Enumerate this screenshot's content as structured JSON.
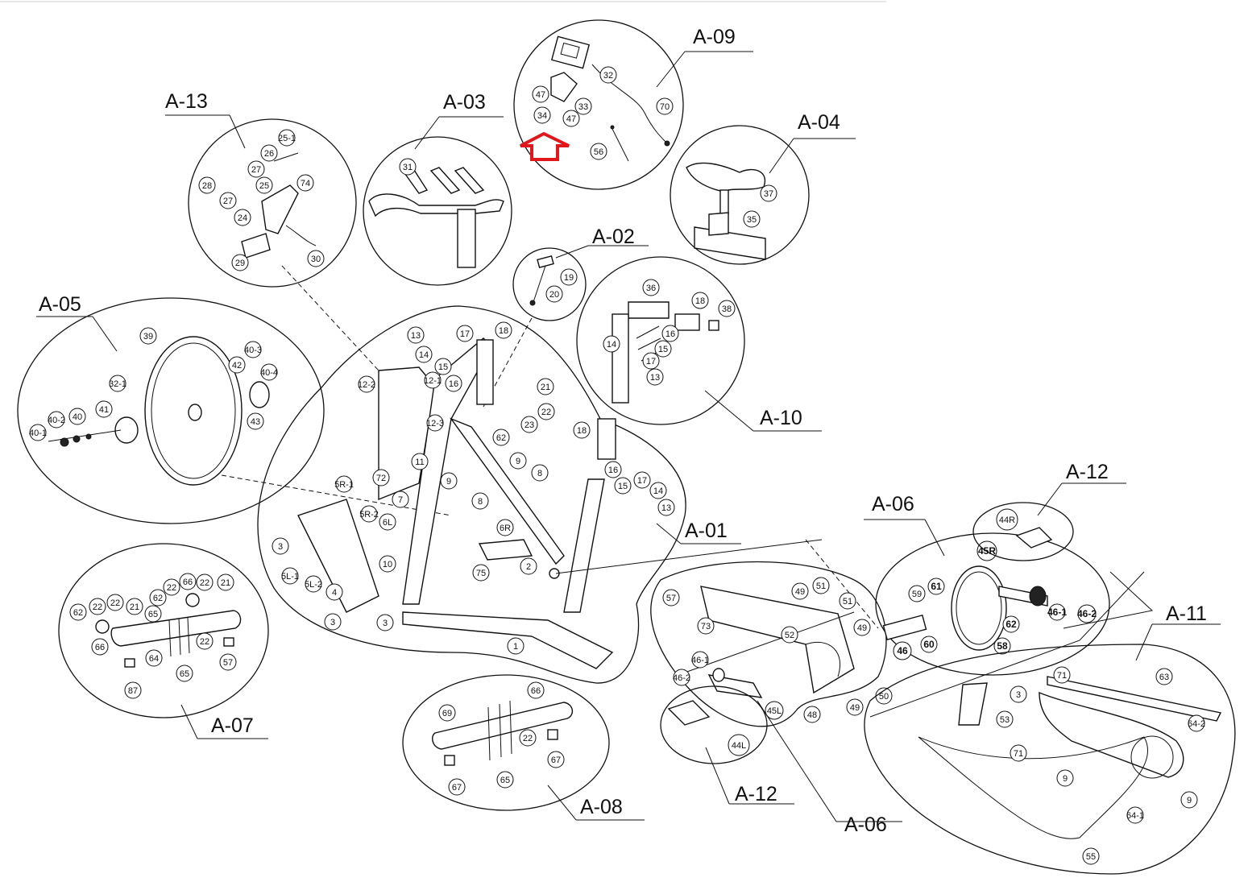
{
  "groups": {
    "a01": "A-01",
    "a02": "A-02",
    "a03": "A-03",
    "a04": "A-04",
    "a05": "A-05",
    "a06_upper": "A-06",
    "a06_lower": "A-06",
    "a07": "A-07",
    "a08": "A-08",
    "a09": "A-09",
    "a10": "A-10",
    "a11": "A-11",
    "a12_upper": "A-12",
    "a12_lower": "A-12",
    "a13": "A-13"
  },
  "callouts": {
    "a09": [
      "32",
      "47",
      "34",
      "33",
      "47",
      "70",
      "56"
    ],
    "a04": [
      "37",
      "35"
    ],
    "a13": [
      "25-1",
      "26",
      "27",
      "74",
      "28",
      "25",
      "27",
      "24",
      "29",
      "30"
    ],
    "a03": [
      "31"
    ],
    "a02": [
      "19",
      "20"
    ],
    "a10": [
      "36",
      "18",
      "38",
      "16",
      "14",
      "15",
      "17",
      "13"
    ],
    "a05": [
      "39",
      "42",
      "40-3",
      "40-4",
      "32-1",
      "43",
      "41",
      "40-2",
      "40",
      "40-1"
    ],
    "a01": [
      "13",
      "17",
      "18",
      "14",
      "15",
      "12-2",
      "12-1",
      "16",
      "21",
      "22",
      "23",
      "12-3",
      "62",
      "18",
      "9",
      "8",
      "72",
      "11",
      "16",
      "15",
      "17",
      "14",
      "5R-1",
      "7",
      "9",
      "13",
      "5R-2",
      "8",
      "6L",
      "6R",
      "3",
      "10",
      "75",
      "2",
      "5L-1",
      "5L-2",
      "4",
      "3",
      "3",
      "1"
    ],
    "a07": [
      "22",
      "66",
      "22",
      "21",
      "62",
      "22",
      "62",
      "65",
      "22",
      "21",
      "66",
      "64",
      "22",
      "57",
      "87",
      "65"
    ],
    "a08": [
      "69",
      "66",
      "22",
      "67",
      "65",
      "67"
    ],
    "a06": [
      "57",
      "49",
      "51",
      "51",
      "73",
      "49",
      "52",
      "46-1",
      "46-2",
      "45L",
      "48",
      "49",
      "50"
    ],
    "a06_bold": [
      "61",
      "59",
      "45R",
      "46-1",
      "46-2",
      "62",
      "58",
      "60",
      "46"
    ],
    "a12": [
      "44R",
      "44L"
    ],
    "a11": [
      "71",
      "63",
      "3",
      "64-2",
      "53",
      "71",
      "9",
      "9",
      "64-1",
      "55"
    ]
  },
  "colors": {
    "line": "#111111",
    "highlight_arrow": "#e0181b",
    "background": "#ffffff"
  },
  "icons": {
    "highlight": "up-arrow-icon"
  }
}
